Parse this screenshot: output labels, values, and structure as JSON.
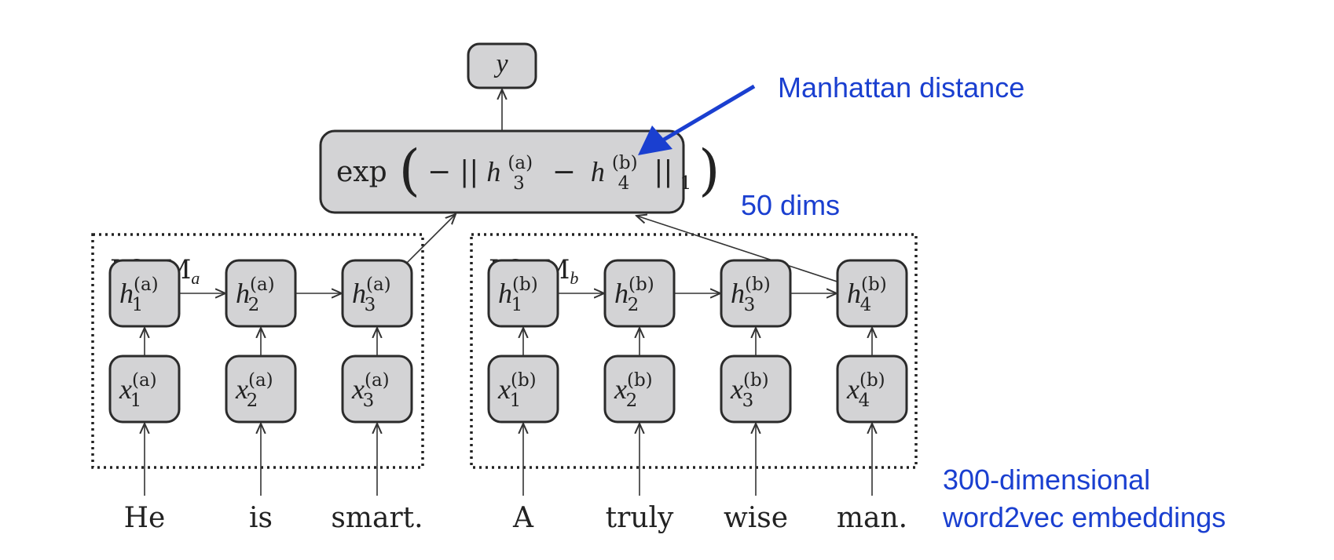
{
  "output_node": {
    "label": "y"
  },
  "distance_node": {
    "func": "exp",
    "minus": "−",
    "norm_open": "||",
    "lhs": {
      "base": "h",
      "sub": "3",
      "sup": "(a)"
    },
    "op": "−",
    "rhs": {
      "base": "h",
      "sub": "4",
      "sup": "(b)"
    },
    "norm_close": "||",
    "norm_sub": "1"
  },
  "lstm_a": {
    "title": "LSTM",
    "title_sub": "a",
    "hidden": [
      {
        "base": "h",
        "sub": "1",
        "sup": "(a)"
      },
      {
        "base": "h",
        "sub": "2",
        "sup": "(a)"
      },
      {
        "base": "h",
        "sub": "3",
        "sup": "(a)"
      }
    ],
    "inputs": [
      {
        "base": "x",
        "sub": "1",
        "sup": "(a)"
      },
      {
        "base": "x",
        "sub": "2",
        "sup": "(a)"
      },
      {
        "base": "x",
        "sub": "3",
        "sup": "(a)"
      }
    ],
    "words": [
      "He",
      "is",
      "smart."
    ]
  },
  "lstm_b": {
    "title": "LSTM",
    "title_sub": "b",
    "hidden": [
      {
        "base": "h",
        "sub": "1",
        "sup": "(b)"
      },
      {
        "base": "h",
        "sub": "2",
        "sup": "(b)"
      },
      {
        "base": "h",
        "sub": "3",
        "sup": "(b)"
      },
      {
        "base": "h",
        "sub": "4",
        "sup": "(b)"
      }
    ],
    "inputs": [
      {
        "base": "x",
        "sub": "1",
        "sup": "(b)"
      },
      {
        "base": "x",
        "sub": "2",
        "sup": "(b)"
      },
      {
        "base": "x",
        "sub": "3",
        "sup": "(b)"
      },
      {
        "base": "x",
        "sub": "4",
        "sup": "(b)"
      }
    ],
    "words": [
      "A",
      "truly",
      "wise",
      "man."
    ]
  },
  "annotations": {
    "manhattan": "Manhattan distance",
    "dims": "50 dims",
    "embeddings_line1": "300-dimensional",
    "embeddings_line2": "word2vec embeddings"
  },
  "colors": {
    "annotation": "#1a3fd0",
    "node_fill": "#d3d3d5",
    "node_stroke": "#2b2b2b"
  }
}
